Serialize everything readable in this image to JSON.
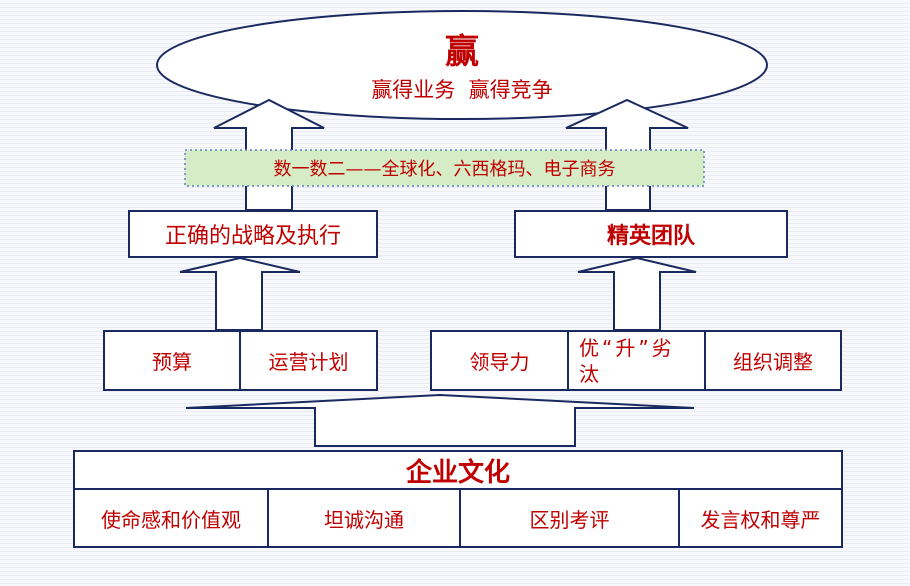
{
  "colors": {
    "text": "#c00000",
    "border": "#1a2a60",
    "band": "#d6ecc7",
    "background": "#f4f6fa"
  },
  "goal": {
    "char": "赢",
    "subtitle": "赢得业务  赢得竞争"
  },
  "band": {
    "text": "数一数二——全球化、六西格玛、电子商务"
  },
  "strategy": {
    "label": "正确的战略及执行"
  },
  "elite_team": {
    "label": "精英团队"
  },
  "strategy_inputs": {
    "budget": "预算",
    "ops_plan": "运营计划"
  },
  "team_inputs": {
    "leadership": "领导力",
    "promote_line1": "优“升”劣",
    "promote_line2": "汰",
    "org_adjust": "组织调整"
  },
  "culture": {
    "title": "企业文化",
    "items": [
      "使命感和价值观",
      "坦诚沟通",
      "区别考评",
      "发言权和尊严"
    ]
  }
}
